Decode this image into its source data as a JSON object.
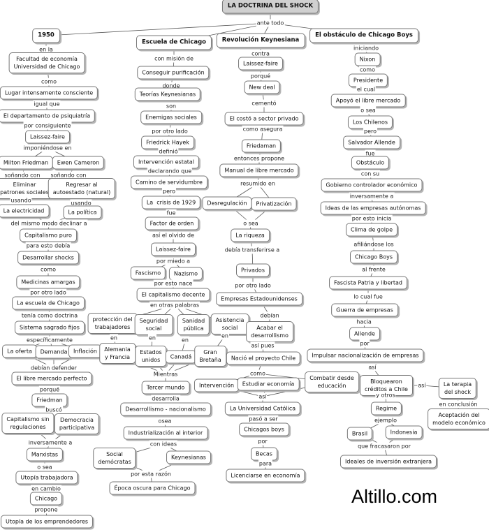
{
  "title": "LA DOCTRINA DEL SHOCK",
  "watermark": "Altillo.com",
  "colors": {
    "title_bg": "#d0d0d0",
    "border": "#777777",
    "line": "#555555"
  },
  "nodes": [
    {
      "id": "t0",
      "text": "LA DOCTRINA DEL SHOCK",
      "kind": "title"
    },
    {
      "id": "t1",
      "text": "ante todo",
      "kind": "link"
    },
    {
      "id": "a0",
      "text": "1950",
      "kind": "main"
    },
    {
      "id": "a1",
      "text": "en la",
      "kind": "link"
    },
    {
      "id": "a2",
      "text": "Facultad de economía\nUniversidad de Chicago",
      "kind": "concept"
    },
    {
      "id": "a3",
      "text": "como",
      "kind": "link"
    },
    {
      "id": "a4",
      "text": "Lugar intensamente consciente",
      "kind": "concept"
    },
    {
      "id": "a5",
      "text": "igual que",
      "kind": "link"
    },
    {
      "id": "a6",
      "text": "El departamento de psiquiatría",
      "kind": "concept"
    },
    {
      "id": "a7",
      "text": "por consiguiente",
      "kind": "link"
    },
    {
      "id": "a8",
      "text": "Laissez-faire",
      "kind": "concept"
    },
    {
      "id": "a9",
      "text": "imponiéndose en",
      "kind": "link"
    },
    {
      "id": "a10",
      "text": "Milton Friedman",
      "kind": "concept"
    },
    {
      "id": "a11",
      "text": "Ewen Cameron",
      "kind": "concept"
    },
    {
      "id": "a12",
      "text": "soñando con",
      "kind": "link"
    },
    {
      "id": "a13",
      "text": "soñando con",
      "kind": "link"
    },
    {
      "id": "a14",
      "text": "Eliminar\npatrones sociales",
      "kind": "concept"
    },
    {
      "id": "a15",
      "text": "Regresar al\nautoestado (natural)",
      "kind": "concept"
    },
    {
      "id": "a16",
      "text": "usando",
      "kind": "link"
    },
    {
      "id": "a17",
      "text": "usando",
      "kind": "link"
    },
    {
      "id": "a18",
      "text": "La electricidad",
      "kind": "concept"
    },
    {
      "id": "a19",
      "text": "La política",
      "kind": "concept"
    },
    {
      "id": "a20",
      "text": "del mismo modo declinar a",
      "kind": "link"
    },
    {
      "id": "a21",
      "text": "Capitalismo puro",
      "kind": "concept"
    },
    {
      "id": "a22",
      "text": "para esto debía",
      "kind": "link"
    },
    {
      "id": "a23",
      "text": "Desarrollar shocks",
      "kind": "concept"
    },
    {
      "id": "a24",
      "text": "como",
      "kind": "link"
    },
    {
      "id": "a25",
      "text": "Medicinas amargas",
      "kind": "concept"
    },
    {
      "id": "a26",
      "text": "por otro lado",
      "kind": "link"
    },
    {
      "id": "a27",
      "text": "La escuela de Chicago",
      "kind": "concept"
    },
    {
      "id": "a28",
      "text": "tenía como doctrina",
      "kind": "link"
    },
    {
      "id": "a29",
      "text": "Sistema sagrado fijos",
      "kind": "concept"
    },
    {
      "id": "a30",
      "text": "específicamente",
      "kind": "link"
    },
    {
      "id": "a31",
      "text": "La oferta",
      "kind": "concept"
    },
    {
      "id": "a32",
      "text": "Demanda",
      "kind": "concept"
    },
    {
      "id": "a33",
      "text": "Inflación",
      "kind": "concept"
    },
    {
      "id": "a34",
      "text": "debían defender",
      "kind": "link"
    },
    {
      "id": "a35",
      "text": "El libre mercado perfecto",
      "kind": "concept"
    },
    {
      "id": "a36",
      "text": "porqué",
      "kind": "link"
    },
    {
      "id": "a37",
      "text": "Friedman",
      "kind": "concept"
    },
    {
      "id": "a38",
      "text": "buscó",
      "kind": "link"
    },
    {
      "id": "a39",
      "text": "Capitalismo sin\nregulaciones",
      "kind": "concept"
    },
    {
      "id": "a40",
      "text": "Democracia\nparticipativa",
      "kind": "concept"
    },
    {
      "id": "a41",
      "text": "inversamente a",
      "kind": "link"
    },
    {
      "id": "a42",
      "text": "Marxistas",
      "kind": "concept"
    },
    {
      "id": "a43",
      "text": "o sea",
      "kind": "link"
    },
    {
      "id": "a44",
      "text": "Utopía trabajadora",
      "kind": "concept"
    },
    {
      "id": "a45",
      "text": "en cambio",
      "kind": "link"
    },
    {
      "id": "a46",
      "text": "Chicago",
      "kind": "concept"
    },
    {
      "id": "a47",
      "text": "propone",
      "kind": "link"
    },
    {
      "id": "a48",
      "text": "Utopía de los emprendedores",
      "kind": "concept"
    },
    {
      "id": "b0",
      "text": "Escuela de Chicago",
      "kind": "main"
    },
    {
      "id": "b1",
      "text": "con misión de",
      "kind": "link"
    },
    {
      "id": "b2",
      "text": "Conseguir purificación",
      "kind": "concept"
    },
    {
      "id": "b3",
      "text": "donde",
      "kind": "link"
    },
    {
      "id": "b4",
      "text": "Teorías Keynesianas",
      "kind": "concept"
    },
    {
      "id": "b5",
      "text": "son",
      "kind": "link"
    },
    {
      "id": "b6",
      "text": "Enemigas sociales",
      "kind": "concept"
    },
    {
      "id": "b7",
      "text": "por otro lado",
      "kind": "link"
    },
    {
      "id": "b8",
      "text": "Friedrick Hayek",
      "kind": "concept"
    },
    {
      "id": "b9",
      "text": "definió",
      "kind": "link"
    },
    {
      "id": "b10",
      "text": "Intervención estatal",
      "kind": "concept"
    },
    {
      "id": "b11",
      "text": "declarando que",
      "kind": "link"
    },
    {
      "id": "b12",
      "text": "Camino de servidumbre",
      "kind": "concept"
    },
    {
      "id": "b13",
      "text": "pero",
      "kind": "link"
    },
    {
      "id": "b14",
      "text": "La  crisis de 1929",
      "kind": "concept"
    },
    {
      "id": "b15",
      "text": "fue",
      "kind": "link"
    },
    {
      "id": "b16",
      "text": "Factor de orden",
      "kind": "concept"
    },
    {
      "id": "b17",
      "text": "así el olvido de",
      "kind": "link"
    },
    {
      "id": "b18",
      "text": "Laissez-faire",
      "kind": "concept"
    },
    {
      "id": "b19",
      "text": "por miedo a",
      "kind": "link"
    },
    {
      "id": "b20",
      "text": "Fascismo",
      "kind": "concept"
    },
    {
      "id": "b21",
      "text": "Nazismo",
      "kind": "concept"
    },
    {
      "id": "b22",
      "text": "por esto nace",
      "kind": "link"
    },
    {
      "id": "b23",
      "text": "El capitalismo decente",
      "kind": "concept"
    },
    {
      "id": "b24",
      "text": "en otras palabras",
      "kind": "link"
    },
    {
      "id": "b25",
      "text": "protección del\ntrabajadores",
      "kind": "concept"
    },
    {
      "id": "b26",
      "text": "Seguridad\nsocial",
      "kind": "concept"
    },
    {
      "id": "b27",
      "text": "Sanidad\npública",
      "kind": "concept"
    },
    {
      "id": "b28",
      "text": "Asistencia\nsocial",
      "kind": "concept"
    },
    {
      "id": "b29",
      "text": "en",
      "kind": "link"
    },
    {
      "id": "b30",
      "text": "en",
      "kind": "link"
    },
    {
      "id": "b31",
      "text": "en",
      "kind": "link"
    },
    {
      "id": "b32",
      "text": "en",
      "kind": "link"
    },
    {
      "id": "b33",
      "text": "Alemania\ny Francia",
      "kind": "concept"
    },
    {
      "id": "b34",
      "text": "Estados\nunidos",
      "kind": "concept"
    },
    {
      "id": "b35",
      "text": "Canadá",
      "kind": "concept"
    },
    {
      "id": "b36",
      "text": "Gran\nBretaña",
      "kind": "concept"
    },
    {
      "id": "b37",
      "text": "Mientras",
      "kind": "link"
    },
    {
      "id": "b38",
      "text": "Tercer mundo",
      "kind": "concept"
    },
    {
      "id": "b39",
      "text": "desarrolla",
      "kind": "link"
    },
    {
      "id": "b40",
      "text": "Desarrollismo - nacionalismo",
      "kind": "concept"
    },
    {
      "id": "b41",
      "text": "osea",
      "kind": "link"
    },
    {
      "id": "b42",
      "text": "Industrialización al interior",
      "kind": "concept"
    },
    {
      "id": "b43",
      "text": "con ideas",
      "kind": "link"
    },
    {
      "id": "b44",
      "text": "Social\ndemócratas",
      "kind": "concept"
    },
    {
      "id": "b45",
      "text": "Keynesianas",
      "kind": "concept"
    },
    {
      "id": "b46",
      "text": "por esta razón",
      "kind": "link"
    },
    {
      "id": "b47",
      "text": "Época oscura para Chicago",
      "kind": "concept"
    },
    {
      "id": "c0",
      "text": "Revolución Keynesiana",
      "kind": "main"
    },
    {
      "id": "c1",
      "text": "contra",
      "kind": "link"
    },
    {
      "id": "c2",
      "text": "Laissez-faire",
      "kind": "concept"
    },
    {
      "id": "c3",
      "text": "porqué",
      "kind": "link"
    },
    {
      "id": "c4",
      "text": "New deal",
      "kind": "concept"
    },
    {
      "id": "c5",
      "text": "cementó",
      "kind": "link"
    },
    {
      "id": "c6",
      "text": "El costó a sector privado",
      "kind": "concept"
    },
    {
      "id": "c7",
      "text": "como asegura",
      "kind": "link"
    },
    {
      "id": "c8",
      "text": "Friedaman",
      "kind": "concept"
    },
    {
      "id": "c9",
      "text": "entonces propone",
      "kind": "link"
    },
    {
      "id": "c10",
      "text": "Manual de libre mercado",
      "kind": "concept"
    },
    {
      "id": "c11",
      "text": "resumido en",
      "kind": "link"
    },
    {
      "id": "c12",
      "text": "Desregulación",
      "kind": "concept"
    },
    {
      "id": "c13",
      "text": "Privatización",
      "kind": "concept"
    },
    {
      "id": "c14",
      "text": "o sea",
      "kind": "link"
    },
    {
      "id": "c15",
      "text": "La riqueza",
      "kind": "concept"
    },
    {
      "id": "c16",
      "text": "debía transferirse a",
      "kind": "link"
    },
    {
      "id": "c17",
      "text": "Privados",
      "kind": "concept"
    },
    {
      "id": "c18",
      "text": "por otro lado",
      "kind": "link"
    },
    {
      "id": "c19",
      "text": "Empresas Estadounidenses",
      "kind": "concept"
    },
    {
      "id": "c20",
      "text": "debían",
      "kind": "link"
    },
    {
      "id": "c21",
      "text": "Acabar el\ndesarrollismo",
      "kind": "concept"
    },
    {
      "id": "c22",
      "text": "así pues",
      "kind": "link"
    },
    {
      "id": "c23",
      "text": "Nació el proyecto Chile",
      "kind": "concept"
    },
    {
      "id": "c24",
      "text": "como",
      "kind": "link"
    },
    {
      "id": "c25",
      "text": "Intervención",
      "kind": "concept"
    },
    {
      "id": "c26",
      "text": "Estudiar economía",
      "kind": "concept"
    },
    {
      "id": "c27",
      "text": "Combatir desde\neducación",
      "kind": "concept"
    },
    {
      "id": "c28",
      "text": "así",
      "kind": "link"
    },
    {
      "id": "c29",
      "text": "La Universidad Católica",
      "kind": "concept"
    },
    {
      "id": "c30",
      "text": "pasó a ser",
      "kind": "link"
    },
    {
      "id": "c31",
      "text": "Chicagos boys",
      "kind": "concept"
    },
    {
      "id": "c32",
      "text": "por",
      "kind": "link"
    },
    {
      "id": "c33",
      "text": "Becas",
      "kind": "concept"
    },
    {
      "id": "c34",
      "text": "para",
      "kind": "link"
    },
    {
      "id": "c35",
      "text": "Licenciarse en economía",
      "kind": "concept"
    },
    {
      "id": "d0",
      "text": "El obstáculo de Chicago Boys",
      "kind": "main"
    },
    {
      "id": "d1",
      "text": "iniciando",
      "kind": "link"
    },
    {
      "id": "d2",
      "text": "Nixon",
      "kind": "concept"
    },
    {
      "id": "d3",
      "text": "como",
      "kind": "link"
    },
    {
      "id": "d4",
      "text": "Presidente",
      "kind": "concept"
    },
    {
      "id": "d5",
      "text": "el cual",
      "kind": "link"
    },
    {
      "id": "d6",
      "text": "Apoyó el libre mercado",
      "kind": "concept"
    },
    {
      "id": "d7",
      "text": "o sea",
      "kind": "link"
    },
    {
      "id": "d8",
      "text": "Los Chilenos",
      "kind": "concept"
    },
    {
      "id": "d9",
      "text": "pero",
      "kind": "link"
    },
    {
      "id": "d10",
      "text": "Salvador Allende",
      "kind": "concept"
    },
    {
      "id": "d11",
      "text": "fue",
      "kind": "link"
    },
    {
      "id": "d12",
      "text": "Obstáculo",
      "kind": "concept"
    },
    {
      "id": "d13",
      "text": "con su",
      "kind": "link"
    },
    {
      "id": "d14",
      "text": "Gobierno controlador económico",
      "kind": "concept"
    },
    {
      "id": "d15",
      "text": "inversamente a",
      "kind": "link"
    },
    {
      "id": "d16",
      "text": "Ideas de las empresas autónomas",
      "kind": "concept"
    },
    {
      "id": "d17",
      "text": "por esto inicia",
      "kind": "link"
    },
    {
      "id": "d18",
      "text": "Clima de golpe",
      "kind": "concept"
    },
    {
      "id": "d19",
      "text": "afiliándose los",
      "kind": "link"
    },
    {
      "id": "d20",
      "text": "Chicago Boys",
      "kind": "concept"
    },
    {
      "id": "d21",
      "text": "al frente",
      "kind": "link"
    },
    {
      "id": "d22",
      "text": "Fascista Patria y libertad",
      "kind": "concept"
    },
    {
      "id": "d23",
      "text": "lo cual fue",
      "kind": "link"
    },
    {
      "id": "d24",
      "text": "Guerra de empresas",
      "kind": "concept"
    },
    {
      "id": "d25",
      "text": "hacia",
      "kind": "link"
    },
    {
      "id": "d26",
      "text": "Allende",
      "kind": "concept"
    },
    {
      "id": "d27",
      "text": "por",
      "kind": "link"
    },
    {
      "id": "d28",
      "text": "Impulsar nacionalización de empresas",
      "kind": "concept"
    },
    {
      "id": "d29",
      "text": "así",
      "kind": "link"
    },
    {
      "id": "d30",
      "text": "Bloquearon\ncréditos a Chile",
      "kind": "concept"
    },
    {
      "id": "d31",
      "text": "así",
      "kind": "link"
    },
    {
      "id": "d32",
      "text": "La terapia\ndel shock",
      "kind": "concept"
    },
    {
      "id": "d33",
      "text": "en conclusión",
      "kind": "link"
    },
    {
      "id": "d34",
      "text": "Aceptación del\nmodelo económico",
      "kind": "concept"
    },
    {
      "id": "d35",
      "text": "y otros",
      "kind": "link"
    },
    {
      "id": "d36",
      "text": "Regime",
      "kind": "concept"
    },
    {
      "id": "d37",
      "text": "ejemplo",
      "kind": "link"
    },
    {
      "id": "d38",
      "text": "Brasil",
      "kind": "concept"
    },
    {
      "id": "d39",
      "text": "Indonesia",
      "kind": "concept"
    },
    {
      "id": "d40",
      "text": "que fracasaron por",
      "kind": "link"
    },
    {
      "id": "d41",
      "text": "Ideales de inversión extranjera",
      "kind": "concept"
    }
  ],
  "chains": [
    [
      "t0",
      "t1"
    ],
    [
      "t1",
      "a0"
    ],
    [
      "t1",
      "b0"
    ],
    [
      "t1",
      "c0"
    ],
    [
      "t1",
      "d0"
    ],
    [
      "a0",
      "a1",
      "a2",
      "a3",
      "a4",
      "a5",
      "a6",
      "a7",
      "a8",
      "a9"
    ],
    [
      "a9",
      "a10"
    ],
    [
      "a9",
      "a11"
    ],
    [
      "a10",
      "a12",
      "a14",
      "a16",
      "a18"
    ],
    [
      "a11",
      "a13",
      "a15",
      "a17",
      "a19"
    ],
    [
      "a18",
      "a20"
    ],
    [
      "a19",
      "a20"
    ],
    [
      "a20",
      "a21",
      "a22",
      "a23",
      "a24",
      "a25",
      "a26",
      "a27",
      "a28",
      "a29",
      "a30"
    ],
    [
      "a30",
      "a31"
    ],
    [
      "a30",
      "a32"
    ],
    [
      "a30",
      "a33"
    ],
    [
      "a31",
      "a34"
    ],
    [
      "a32",
      "a34"
    ],
    [
      "a33",
      "a34"
    ],
    [
      "a34",
      "a35",
      "a36",
      "a37",
      "a38"
    ],
    [
      "a38",
      "a39"
    ],
    [
      "a38",
      "a40"
    ],
    [
      "a39",
      "a41"
    ],
    [
      "a40",
      "a41"
    ],
    [
      "a41",
      "a42",
      "a43",
      "a44",
      "a45",
      "a46",
      "a47",
      "a48"
    ],
    [
      "b0",
      "b1",
      "b2",
      "b3",
      "b4",
      "b5",
      "b6",
      "b7",
      "b8",
      "b9",
      "b10",
      "b11",
      "b12",
      "b13",
      "b14",
      "b15",
      "b16",
      "b17",
      "b18",
      "b19"
    ],
    [
      "b19",
      "b20"
    ],
    [
      "b19",
      "b21"
    ],
    [
      "b20",
      "b22"
    ],
    [
      "b21",
      "b22"
    ],
    [
      "b22",
      "b23",
      "b24"
    ],
    [
      "b24",
      "b25"
    ],
    [
      "b24",
      "b26"
    ],
    [
      "b24",
      "b27"
    ],
    [
      "b24",
      "b28"
    ],
    [
      "b25",
      "b29",
      "b33"
    ],
    [
      "b26",
      "b30",
      "b34"
    ],
    [
      "b27",
      "b31",
      "b35"
    ],
    [
      "b28",
      "b32",
      "b36"
    ],
    [
      "b33",
      "b37"
    ],
    [
      "b34",
      "b37"
    ],
    [
      "b35",
      "b37"
    ],
    [
      "b36",
      "b37"
    ],
    [
      "b37",
      "b38",
      "b39",
      "b40",
      "b41",
      "b42",
      "b43"
    ],
    [
      "b43",
      "b44"
    ],
    [
      "b43",
      "b45"
    ],
    [
      "b44",
      "b46"
    ],
    [
      "b45",
      "b46"
    ],
    [
      "b46",
      "b47"
    ],
    [
      "c0",
      "c1",
      "c2",
      "c3",
      "c4",
      "c5",
      "c6",
      "c7",
      "c8",
      "c9",
      "c10",
      "c11"
    ],
    [
      "c11",
      "c12"
    ],
    [
      "c11",
      "c13"
    ],
    [
      "c12",
      "c14"
    ],
    [
      "c13",
      "c14"
    ],
    [
      "c14",
      "c15",
      "c16",
      "c17",
      "c18",
      "c19",
      "c20",
      "c21",
      "c22",
      "c23",
      "c24"
    ],
    [
      "c24",
      "c25"
    ],
    [
      "c24",
      "c26"
    ],
    [
      "c24",
      "c27"
    ],
    [
      "c25",
      "c28"
    ],
    [
      "c26",
      "c28"
    ],
    [
      "c27",
      "c28"
    ],
    [
      "c28",
      "c29",
      "c30",
      "c31",
      "c32",
      "c33",
      "c34",
      "c35"
    ],
    [
      "d0",
      "d1",
      "d2",
      "d3",
      "d4",
      "d5",
      "d6",
      "d7",
      "d8",
      "d9",
      "d10",
      "d11",
      "d12",
      "d13",
      "d14",
      "d15",
      "d16",
      "d17",
      "d18",
      "d19",
      "d20",
      "d21",
      "d22",
      "d23",
      "d24",
      "d25",
      "d26",
      "d27",
      "d28",
      "d29",
      "d30"
    ],
    [
      "d30",
      "d31",
      "d32",
      "d33",
      "d34"
    ],
    [
      "d30",
      "d35",
      "d36",
      "d37"
    ],
    [
      "d37",
      "d38"
    ],
    [
      "d37",
      "d39"
    ],
    [
      "d38",
      "d40"
    ],
    [
      "d39",
      "d40"
    ],
    [
      "d40",
      "d41"
    ]
  ]
}
